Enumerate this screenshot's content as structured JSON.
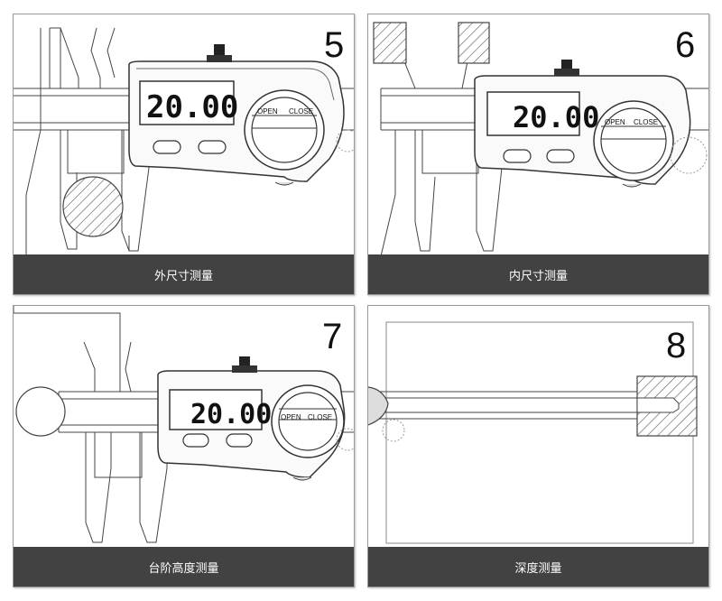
{
  "panels": [
    {
      "number": "5",
      "caption": "外尺寸测量",
      "display": "20.00",
      "open_label": "OPEN",
      "close_label": "CLOSE"
    },
    {
      "number": "6",
      "caption": "内尺寸测量",
      "display": "20.00",
      "open_label": "OPEN",
      "close_label": "CLOSE"
    },
    {
      "number": "7",
      "caption": "台阶高度测量",
      "display": "20.00",
      "open_label": "OPEN",
      "close_label": "CLOSE"
    },
    {
      "number": "8",
      "caption": "深度测量"
    }
  ]
}
